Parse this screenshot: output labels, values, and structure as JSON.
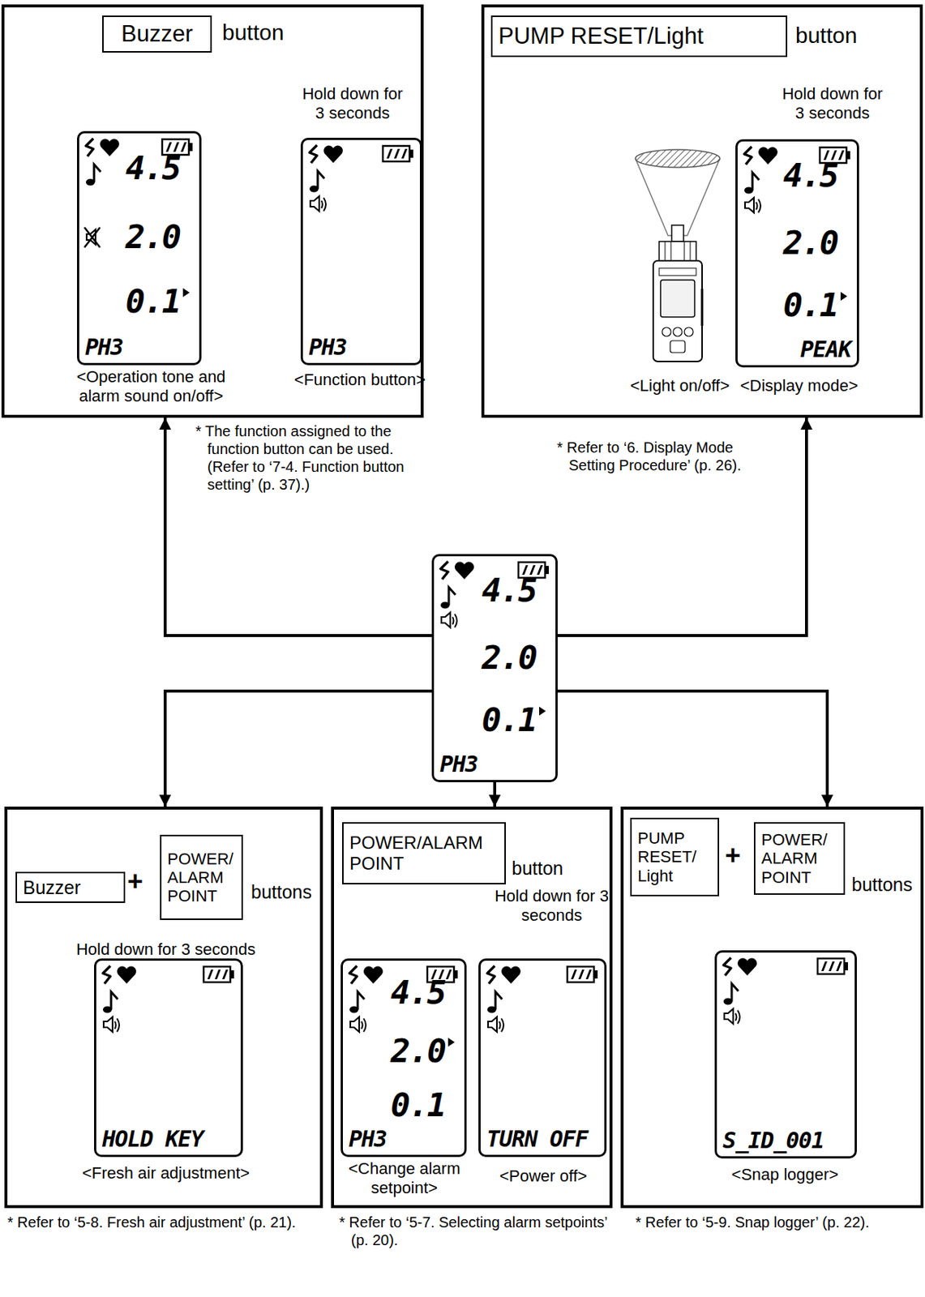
{
  "diagram": {
    "nodes": [
      {
        "text": [
          "button",
          "Hold down for 3 seconds",
          "<Operation tone and alarm sound on/off>",
          "<Function button>"
        ]
      },
      {
        "text": [
          "Buzzer"
        ],
        "in": 0
      },
      {
        "text": [
          "4.5",
          "2.0",
          "0.1",
          "PH3"
        ],
        "in": 0
      },
      {
        "text": [
          "PH3"
        ],
        "in": 0
      },
      {
        "text": [
          "button",
          "Hold down for 3 seconds",
          "<Light on/off>",
          "<Display mode>"
        ]
      },
      {
        "text": [
          "PUMP RESET/Light"
        ],
        "in": 4
      },
      {
        "text": [
          "4.5",
          "2.0",
          "0.1",
          "PEAK"
        ],
        "in": 4
      },
      {
        "text": [
          "4.5",
          "2.0",
          "0.1",
          "PH3"
        ]
      },
      {
        "text": [
          "buttons",
          "Hold down for 3 seconds",
          "<Fresh air adjustment>"
        ]
      },
      {
        "text": [
          "Buzzer"
        ],
        "in": 8
      },
      {
        "text": [
          "POWER/ ALARM POINT"
        ],
        "in": 8
      },
      {
        "text": [
          "HOLD KEY"
        ],
        "in": 8
      },
      {
        "text": [
          "button",
          "Hold down for 3 seconds",
          "<Change alarm setpoint>",
          "<Power off>"
        ]
      },
      {
        "text": [
          "POWER/ALARM POINT"
        ],
        "in": 12
      },
      {
        "text": [
          "4.5",
          "2.0",
          "0.1",
          "PH3"
        ],
        "in": 12
      },
      {
        "text": [
          "TURN OFF"
        ],
        "in": 12
      },
      {
        "text": [
          "buttons",
          "<Snap logger>"
        ]
      },
      {
        "text": [
          "PUMP RESET/ Light"
        ],
        "in": 16
      },
      {
        "text": [
          "POWER/ ALARM POINT"
        ],
        "in": 16
      },
      {
        "text": [
          "S_ID_001"
        ],
        "in": 16
      }
    ],
    "edges": [
      {
        "from": 7,
        "to": 0,
        "arrow": "to"
      },
      {
        "from": 7,
        "to": 4,
        "arrow": "to"
      },
      {
        "from": 7,
        "to": 8,
        "arrow": "to"
      },
      {
        "from": 7,
        "to": 12,
        "arrow": "to"
      },
      {
        "from": 7,
        "to": 16,
        "arrow": "to"
      }
    ],
    "labels": [
      "* The function assigned to the function button can be used. (Refer to ‘7-4. Function button setting’ (p. 37).)",
      "* Refer to ‘6. Display Mode Setting Procedure’ (p. 26).",
      "+",
      "+",
      "* Refer to ‘5-8. Fresh air adjustment’ (p. 21).",
      "* Refer to ‘5-7. Selecting alarm setpoints’ (p. 20).",
      "* Refer to ‘5-9. Snap logger’ (p. 22)."
    ]
  }
}
